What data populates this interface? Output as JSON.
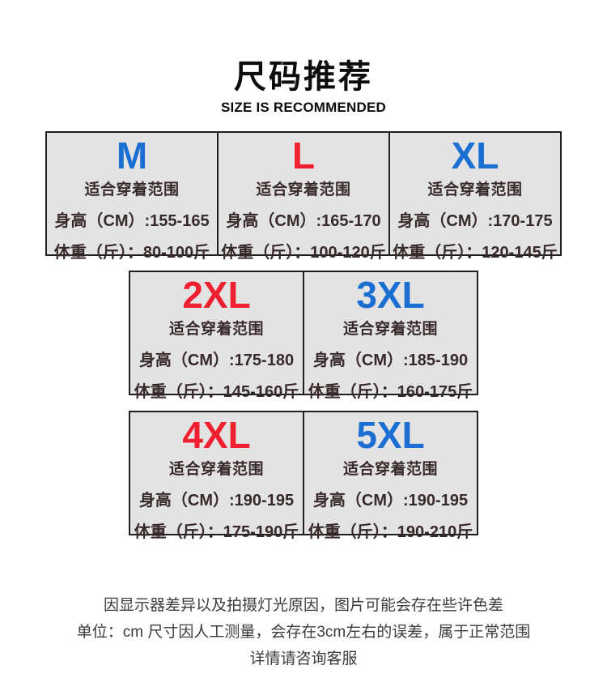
{
  "header": {
    "title": "尺码推荐",
    "subtitle": "SIZE IS RECOMMENDED"
  },
  "shared": {
    "fit_label": "适合穿着范围",
    "height_label": "身高（CM）:",
    "weight_label": "体重（斤）："
  },
  "cards": [
    {
      "size": "M",
      "color": "blue",
      "height": "155-165",
      "weight": "80-100斤"
    },
    {
      "size": "L",
      "color": "red",
      "height": "165-170",
      "weight": "100-120斤"
    },
    {
      "size": "XL",
      "color": "blue",
      "height": "170-175",
      "weight": "120-145斤"
    },
    {
      "size": "2XL",
      "color": "red",
      "height": "175-180",
      "weight": "145-160斤"
    },
    {
      "size": "3XL",
      "color": "blue",
      "height": "185-190",
      "weight": "160-175斤"
    },
    {
      "size": "4XL",
      "color": "red",
      "height": "190-195",
      "weight": "175-190斤"
    },
    {
      "size": "5XL",
      "color": "blue",
      "height": "190-195",
      "weight": "190-210斤"
    }
  ],
  "footer": {
    "notes": [
      "因显示器差异以及拍摄灯光原因，图片可能会存在些许色差",
      "单位：cm 尺寸因人工测量，会存在3cm左右的误差，属于正常范围",
      "详情请咨询客服"
    ]
  },
  "colors": {
    "accent_blue": "#1c6fd2",
    "accent_red": "#ef2130",
    "card_bg": "#e3e3e3",
    "card_border": "#1f1f1f",
    "text_dark": "#382a2a"
  }
}
